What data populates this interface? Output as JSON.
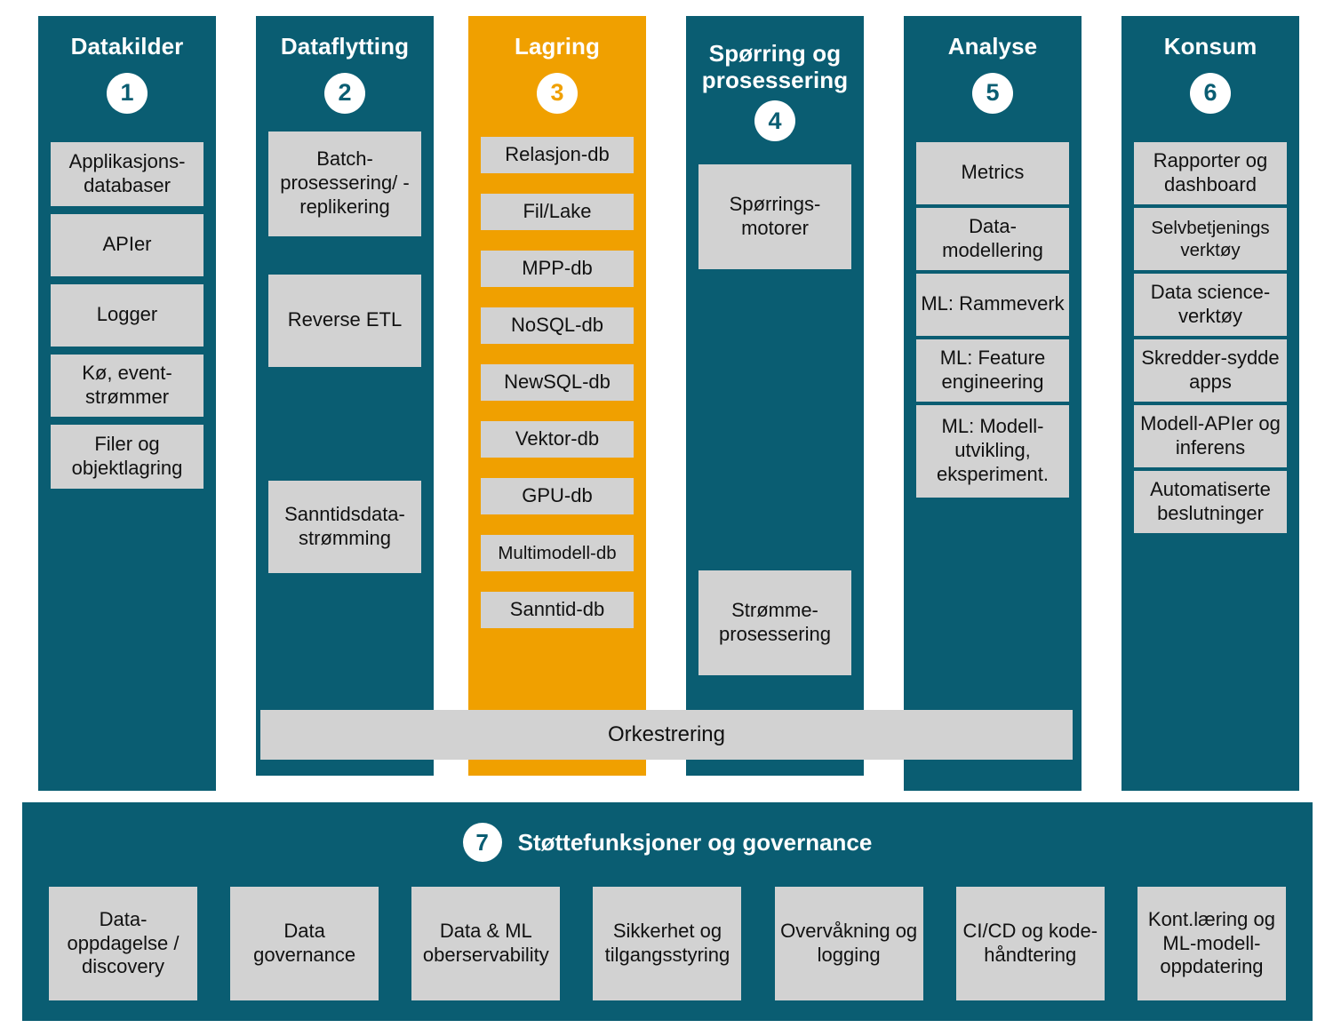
{
  "colors": {
    "primary_teal": "#0a5d72",
    "accent_orange": "#f0a000",
    "box_gray": "#d2d2d2",
    "background": "#ffffff"
  },
  "columns": [
    {
      "number": "1",
      "title": "Datakilder",
      "accent": false,
      "items": [
        "Applikasjons-databaser",
        "APIer",
        "Logger",
        "Kø, event-strømmer",
        "Filer og objektlagring"
      ]
    },
    {
      "number": "2",
      "title": "Dataflytting",
      "accent": false,
      "items": [
        "Batch-prosessering/ -replikering",
        "Reverse ETL",
        "Sanntidsdata-strømming"
      ]
    },
    {
      "number": "3",
      "title": "Lagring",
      "accent": true,
      "items": [
        "Relasjon-db",
        "Fil/Lake",
        "MPP-db",
        "NoSQL-db",
        "NewSQL-db",
        "Vektor-db",
        "GPU-db",
        "Multimodell-db",
        "Sanntid-db"
      ]
    },
    {
      "number": "4",
      "title": "Spørring og prosessering",
      "accent": false,
      "items": [
        "Spørrings-motorer",
        "Strømme-prosessering"
      ]
    },
    {
      "number": "5",
      "title": "Analyse",
      "accent": false,
      "items": [
        "Metrics",
        "Data-modellering",
        "ML: Rammeverk",
        "ML: Feature engineering",
        "ML: Modell-utvikling, eksperiment."
      ]
    },
    {
      "number": "6",
      "title": "Konsum",
      "accent": false,
      "items": [
        "Rapporter og dashboard",
        "Selvbetjenings verktøy",
        "Data science-verktøy",
        "Skredder-sydde apps",
        "Modell-APIer og inferens",
        "Automatiserte beslutninger"
      ]
    }
  ],
  "orchestration": {
    "label": "Orkestrering"
  },
  "governance": {
    "number": "7",
    "title": "Støttefunksjoner og governance",
    "items": [
      "Data-oppdagelse / discovery",
      "Data governance",
      "Data & ML oberservability",
      "Sikkerhet og tilgangsstyring",
      "Overvåkning og logging",
      "CI/CD og kode-håndtering",
      "Kont.læring og ML-modell-oppdatering"
    ]
  }
}
